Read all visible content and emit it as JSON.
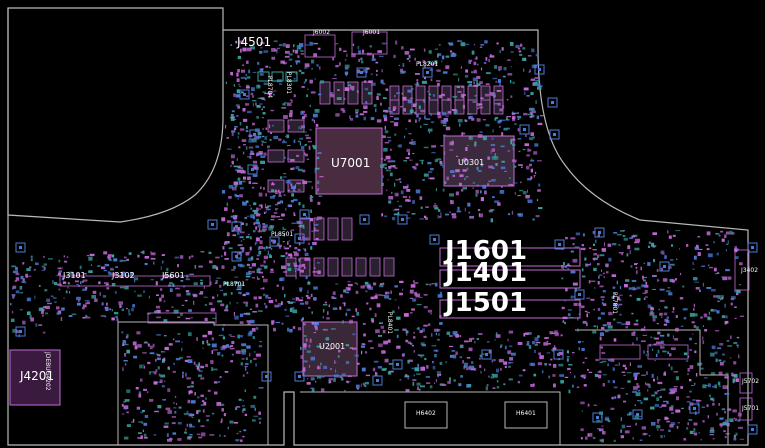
{
  "board": {
    "labels": {
      "j4501": "J4501",
      "j6002": "J6002",
      "j6001": "J6001",
      "pl8201": "PL8201",
      "pl8301": "PL8301",
      "pl8501": "PL8501",
      "pl8701": "PL8701",
      "pl8704": "PL8704",
      "pl7801": "PL7801",
      "pl8401": "PL8401",
      "u7001": "U7001",
      "u0301": "U0301",
      "u2001": "U2001",
      "j3101": "J3101",
      "j3102": "J3102",
      "j5601": "J5601",
      "j1601": "J1601",
      "j1401": "J1401",
      "j1501": "J1501",
      "j4201": "J4201",
      "j4202": "JDEBUG4202",
      "j3402": "J3402",
      "h6402": "H6402",
      "h6401": "H6401",
      "j5702": "J5702",
      "j5701": "J5701"
    },
    "colors": {
      "background": "#000000",
      "outline": "#b9b9b9",
      "component_pink": "#c46ad8",
      "component_blue": "#4a7bd6",
      "teal": "#3aa3a0",
      "text": "#ffffff"
    }
  }
}
